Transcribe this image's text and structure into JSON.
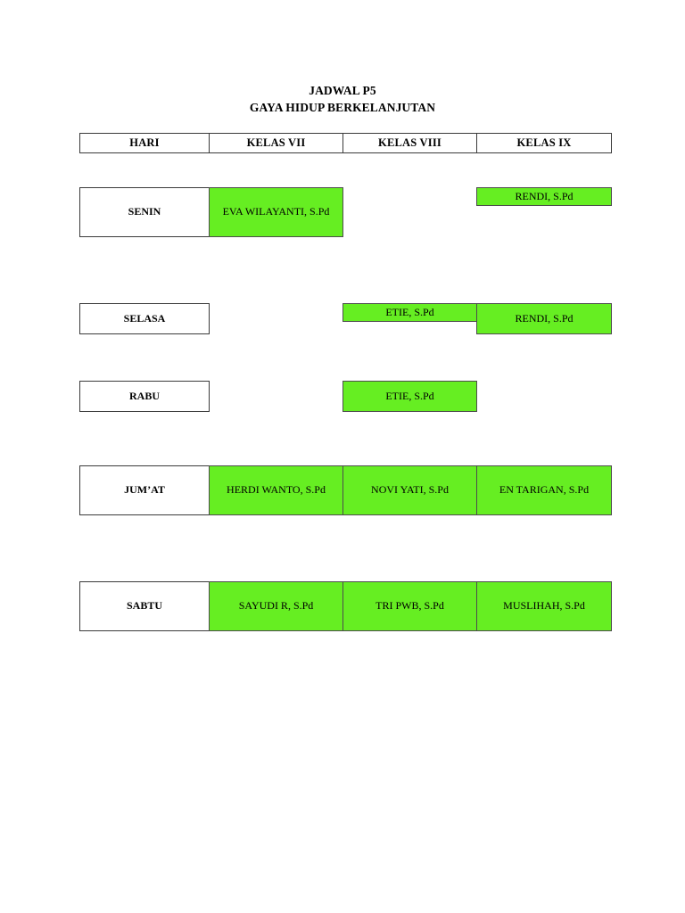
{
  "document": {
    "title_lines": [
      "JADWAL P5",
      "GAYA HIDUP BERKELANJUTAN"
    ]
  },
  "colors": {
    "highlight_green": "#66ee22",
    "border": "#3a3a3a",
    "text": "#000000",
    "page_background": "#ffffff"
  },
  "table": {
    "headers": {
      "hari": "HARI",
      "kelas_vii": "KELAS VII",
      "kelas_viii": "KELAS VIII",
      "kelas_ix": "KELAS IX"
    },
    "rows": [
      {
        "day": "SENIN",
        "kelas_vii": "EVA WILAYANTI, S.Pd",
        "kelas_viii": "",
        "kelas_ix": "RENDI, S.Pd"
      },
      {
        "day": "SELASA",
        "kelas_vii": "",
        "kelas_viii": "ETIE, S.Pd",
        "kelas_ix": "RENDI, S.Pd"
      },
      {
        "day": "RABU",
        "kelas_vii": "",
        "kelas_viii": "ETIE, S.Pd",
        "kelas_ix": ""
      },
      {
        "day": "JUM’AT",
        "kelas_vii": "HERDI WANTO, S.Pd",
        "kelas_viii": "NOVI YATI, S.Pd",
        "kelas_ix": "EN TARIGAN, S.Pd"
      },
      {
        "day": "SABTU",
        "kelas_vii": "SAYUDI R, S.Pd",
        "kelas_viii": "TRI PWB, S.Pd",
        "kelas_ix": "MUSLIHAH, S.Pd"
      }
    ]
  }
}
